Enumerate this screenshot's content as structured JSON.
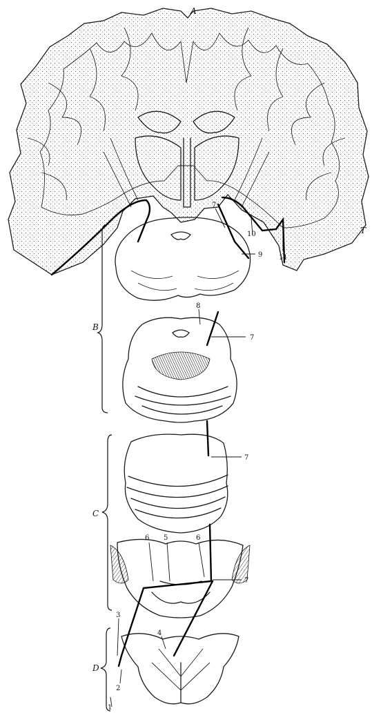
{
  "labels": {
    "A": "A",
    "B": "B",
    "C": "C",
    "D": "D",
    "T": "T",
    "n1": "1",
    "n2": "2",
    "n3": "3",
    "n4": "4",
    "n5": "5",
    "n6a": "6",
    "n6b": "6",
    "n7a": "7",
    "n7b": "7",
    "n7c": "7",
    "n7d": "7",
    "n8": "8",
    "n9": "9",
    "n10": "10",
    "n11": "11"
  },
  "colors": {
    "ink": "#1a1a1a",
    "paper": "#ffffff"
  }
}
